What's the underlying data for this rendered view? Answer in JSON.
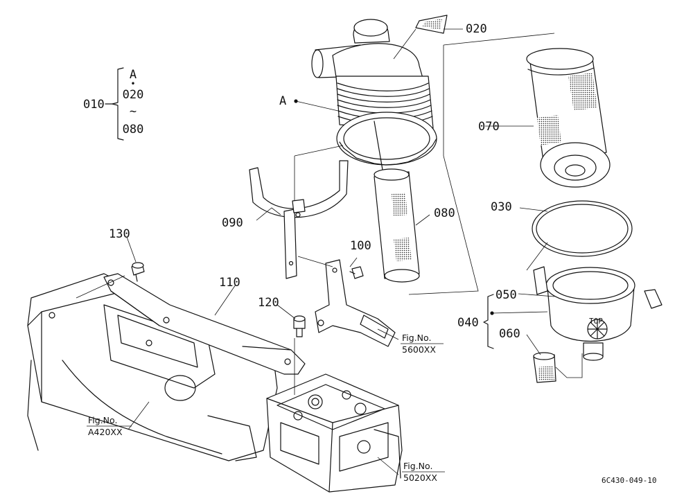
{
  "diagram": {
    "callouts": {
      "p010": "010",
      "p020": "020",
      "p030": "030",
      "p040": "040",
      "p050": "050",
      "p060": "060",
      "p070": "070",
      "p080": "080",
      "p090": "090",
      "p100": "100",
      "p110": "110",
      "p120": "120",
      "p130": "130",
      "ref_a": "A"
    },
    "group_legend": {
      "top": "A",
      "dot": "•",
      "mid": "020",
      "tilde": "~",
      "bottom": "080"
    },
    "figure_refs": {
      "r5600": {
        "label": "Fig.No.",
        "number": "5600XX"
      },
      "rA420": {
        "label": "Fig.No.",
        "number": "A420XX"
      },
      "r5020": {
        "label": "Fig.No.",
        "number": "5020XX"
      }
    },
    "drawing_code": "6C430-049-10",
    "filter_marking": "TOP"
  }
}
